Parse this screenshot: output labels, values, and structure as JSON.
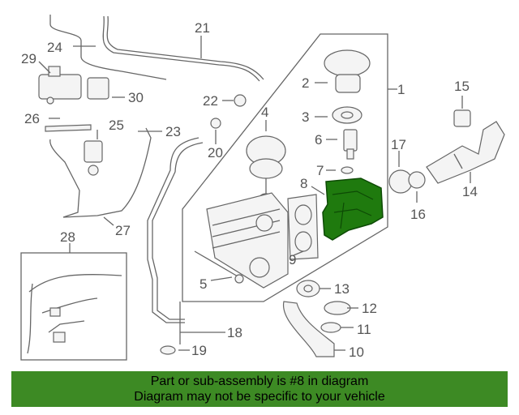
{
  "callouts": {
    "c1": "1",
    "c2": "2",
    "c3": "3",
    "c4": "4",
    "c5": "5",
    "c6": "6",
    "c7": "7",
    "c8": "8",
    "c9": "9",
    "c10": "10",
    "c11": "11",
    "c12": "12",
    "c13": "13",
    "c14": "14",
    "c15": "15",
    "c16": "16",
    "c17": "17",
    "c18": "18",
    "c19": "19",
    "c20": "20",
    "c21": "21",
    "c22": "22",
    "c23": "23",
    "c24": "24",
    "c25": "25",
    "c26": "26",
    "c27": "27",
    "c28": "28",
    "c29": "29",
    "c30": "30"
  },
  "highlight_color": "#1f7a0e",
  "banner": {
    "line1": "Part or sub-assembly is #8 in diagram",
    "line2": "Diagram may not be specific to your vehicle",
    "color": "#3d8a24"
  }
}
